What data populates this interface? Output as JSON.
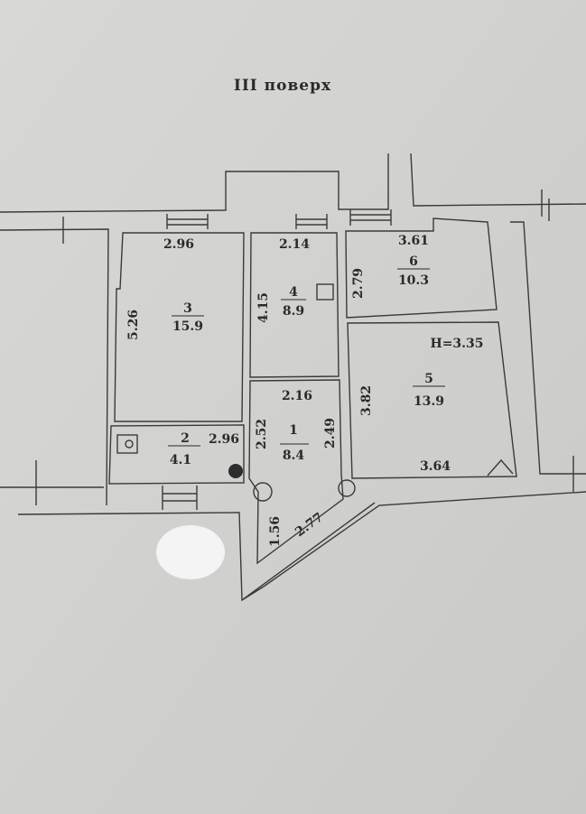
{
  "title": "III поверх",
  "ceiling_height": "H=3.35",
  "rooms": [
    {
      "number": "1",
      "area": "8.4",
      "dims": [
        "2.16",
        "2.52",
        "2.49"
      ]
    },
    {
      "number": "2",
      "area": "4.1",
      "dims": [
        "2.96"
      ]
    },
    {
      "number": "3",
      "area": "15.9",
      "dims": [
        "2.96",
        "5.26"
      ]
    },
    {
      "number": "4",
      "area": "8.9",
      "dims": [
        "2.14",
        "4.15"
      ]
    },
    {
      "number": "5",
      "area": "13.9",
      "dims": [
        "3.82",
        "3.64"
      ]
    },
    {
      "number": "6",
      "area": "10.3",
      "dims": [
        "3.61",
        "2.79"
      ]
    }
  ],
  "corridor_dims": [
    "1.56",
    "2.77"
  ]
}
